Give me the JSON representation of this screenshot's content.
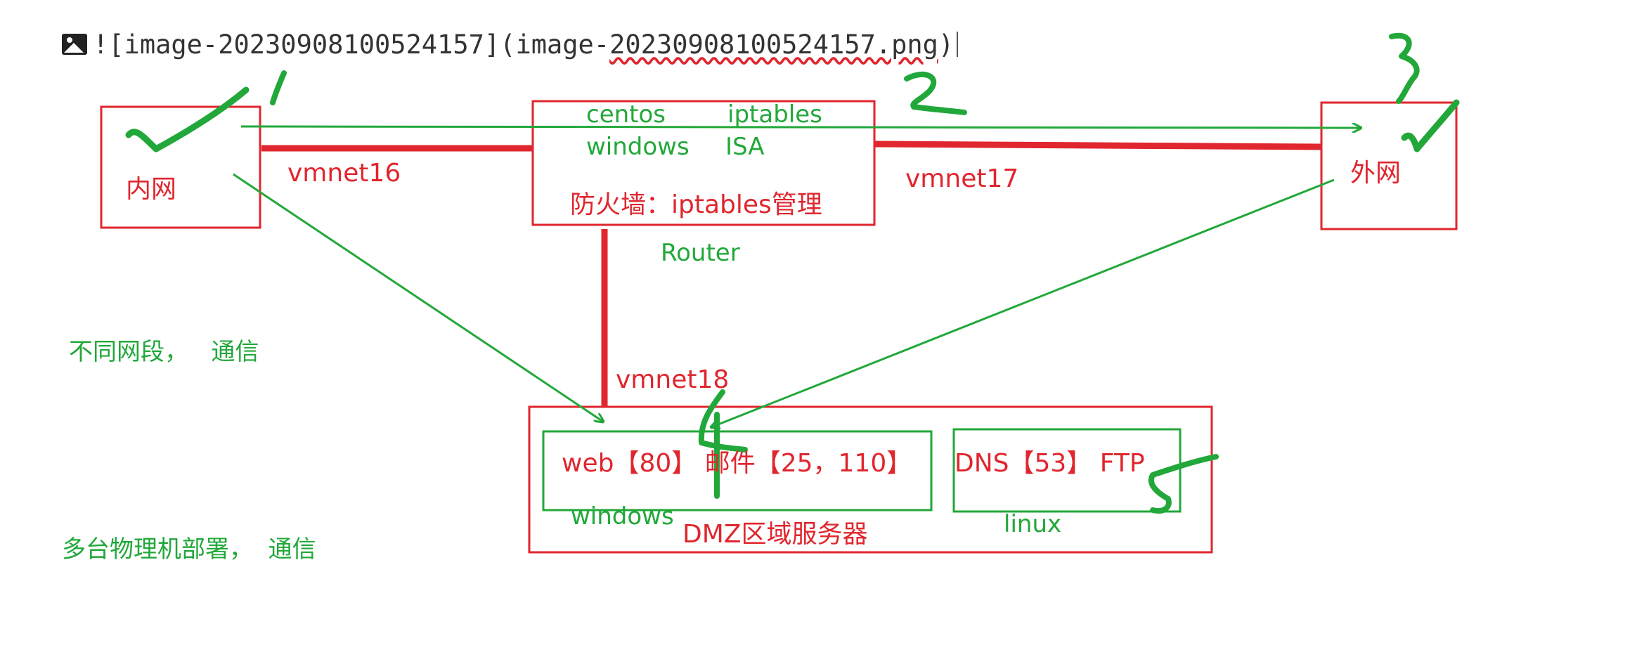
{
  "markdown_line": {
    "prefix": "![image-20230908100524157](image-",
    "underlined": "20230908100524157.png",
    "suffix": ")"
  },
  "inner_net": {
    "label": "内网"
  },
  "outer_net": {
    "label": "外网"
  },
  "router": {
    "os_1": "centos",
    "fw_1": "iptables",
    "os_2": "windows",
    "fw_2": "ISA",
    "firewall_label": "防火墙：iptables管理",
    "caption": "Router"
  },
  "links": {
    "vmnet16": "vmnet16",
    "vmnet17": "vmnet17",
    "vmnet18": "vmnet18"
  },
  "dmz": {
    "title": "DMZ区域服务器",
    "windows_group": {
      "services": "web【80】 邮件【25，110】",
      "caption": "windows"
    },
    "linux_group": {
      "services": "DNS【53】  FTP",
      "caption": "linux"
    }
  },
  "notes": {
    "note_1": "不同网段，   通信",
    "note_2": "多台物理机部署，  通信"
  },
  "annotations": {
    "mark_1": "1",
    "mark_2": "2",
    "mark_3": "3",
    "mark_4": "4",
    "mark_5": "5"
  },
  "colors": {
    "red": "#e0262e",
    "green": "#22a83a"
  }
}
